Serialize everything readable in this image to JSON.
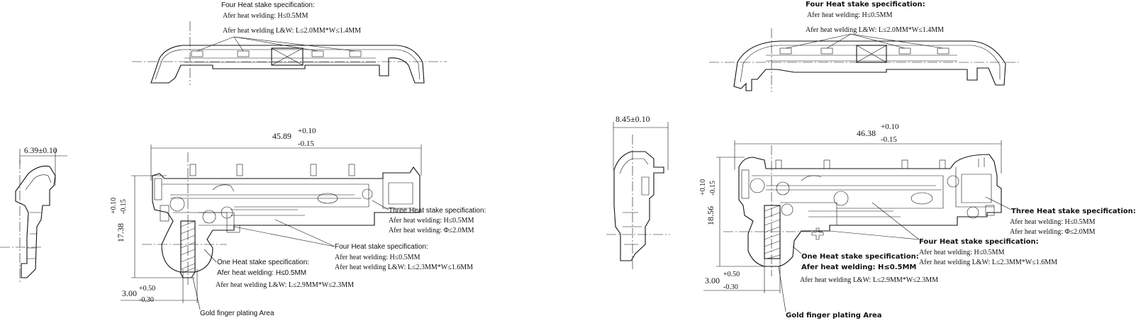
{
  "left_drawing": {
    "top_view": {
      "title": "Four Heat stake specification:",
      "line1": "Afer heat welding: H≤0.5MM",
      "line2": "Afer heat welding L&W: L≤2.0MM*W≤1.4MM"
    },
    "side_dim": "6.39±0.10",
    "width_dim": {
      "base": "45.89",
      "upper": "+0.10",
      "lower": "-0.15"
    },
    "height_dim": {
      "base": "17.38",
      "upper": "+0.10",
      "lower": "-0.15"
    },
    "finger_dim": {
      "base": "3.00",
      "upper": "+0.50",
      "lower": "-0.30"
    },
    "three_stake": {
      "title": "Three Heat stake specification:",
      "line1": "Afer heat welding: H≤0.5MM",
      "line2": "Afer heat welding: Φ≤2.0MM"
    },
    "four_stake": {
      "title": "Four Heat stake specification:",
      "line1": "Afer heat welding: H≤0.5MM",
      "line2": "Afer heat welding L&W: L≤2.3MM*W≤1.6MM"
    },
    "one_stake": {
      "title": "One Heat stake specification:",
      "line1": "Afer heat welding: H≤0.5MM",
      "line2": "Afer heat welding L&W: L≤2.9MM*W≤2.3MM"
    },
    "gold_label": "Gold finger plating Area"
  },
  "right_drawing": {
    "top_view": {
      "title": "Four Heat stake specification:",
      "line1": "Afer heat welding: H≤0.5MM",
      "line2": "Afer heat welding L&W: L≤2.0MM*W≤1.4MM"
    },
    "side_dim": "8.45±0.10",
    "width_dim": {
      "base": "46.38",
      "upper": "+0.10",
      "lower": "-0.15"
    },
    "height_dim": {
      "base": "18.56",
      "upper": "+0.10",
      "lower": "-0.15"
    },
    "finger_dim": {
      "base": "3.00",
      "upper": "+0.50",
      "lower": "-0.30"
    },
    "three_stake": {
      "title": "Three Heat stake specification:",
      "line1": "Afer heat welding: H≤0.5MM",
      "line2": "Afer heat welding: Φ≤2.0MM"
    },
    "four_stake": {
      "title": "Four Heat stake specification:",
      "line1": "Afer heat welding: H≤0.5MM",
      "line2": "Afer heat welding L&W: L≤2.3MM*W≤1.6MM"
    },
    "one_stake": {
      "title": "One Heat stake specification:",
      "line1": "Afer heat welding: H≤0.5MM",
      "line2": "Afer heat welding L&W: L≤2.9MM*W≤2.3MM"
    },
    "gold_label": "Gold finger plating Area"
  }
}
